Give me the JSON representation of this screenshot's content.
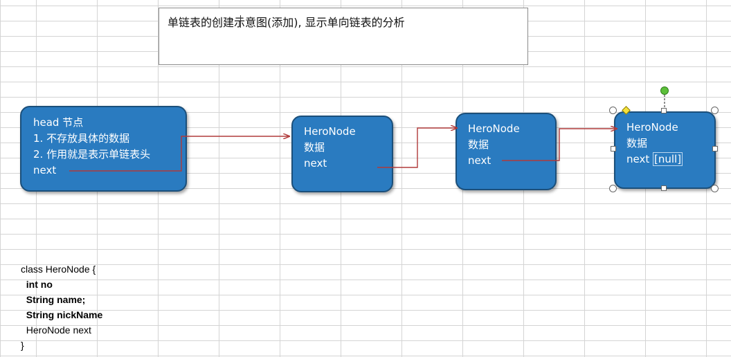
{
  "title_box": {
    "text": "单链表的创建示意图(添加), 显示单向链表的分析"
  },
  "head_node": {
    "lines": [
      "head 节点",
      "1. 不存放具体的数据",
      "2. 作用就是表示单链表头",
      "next"
    ]
  },
  "hero_nodes": [
    {
      "lines": [
        "HeroNode",
        "数据",
        "next"
      ]
    },
    {
      "lines": [
        "HeroNode",
        "数据",
        "next"
      ]
    },
    {
      "lines": [
        "HeroNode",
        "数据",
        "next "
      ],
      "null_text": "[null]"
    }
  ],
  "code": {
    "lines": [
      "class HeroNode {",
      "  int no",
      "  String name;",
      "  String nickName",
      "  HeroNode next",
      "}"
    ]
  },
  "colors": {
    "node_fill": "#2a7bc0",
    "node_border": "#1b4f7a",
    "arrow": "#b03a3a",
    "grid": "#d4d4d4"
  }
}
